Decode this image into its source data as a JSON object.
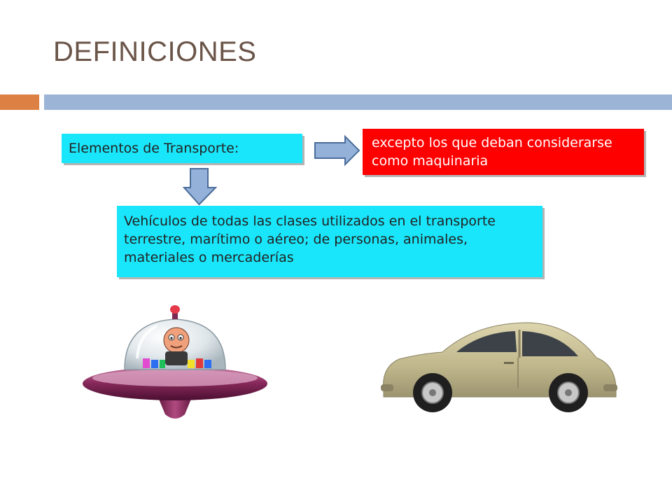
{
  "slide": {
    "title": "DEFINICIONES"
  },
  "boxes": {
    "elementos": "Elementos de Transporte:",
    "excepto": "excepto los que deban considerarse como maquinaria",
    "vehiculos": "Vehículos de todas las clases utilizados en el transporte terrestre, marítimo o aéreo; de personas, animales, materiales o mercaderías"
  },
  "colors": {
    "title": "#6b5549",
    "accent_bar": "#dd8044",
    "main_bar": "#9cb4d6",
    "cyan_box": "#19e6fb",
    "red_box": "#fe0000",
    "arrow_fill": "#94b2d9",
    "arrow_stroke": "#4a6c9a"
  },
  "images": {
    "ufo": "ufo-cartoon-illustration",
    "car": "beige-beetle-car-photo"
  },
  "icons": {
    "right_arrow": "right-arrow-icon",
    "down_arrow": "down-arrow-icon"
  }
}
